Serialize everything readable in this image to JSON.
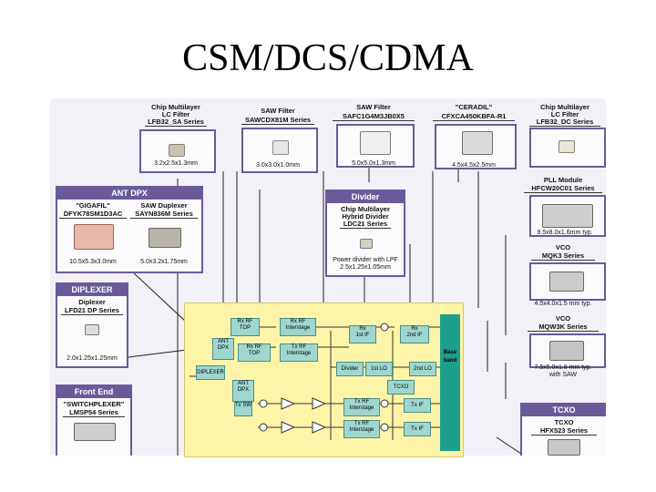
{
  "title": "CSM/DCS/CDMA",
  "top": {
    "chip_lc": {
      "l1": "Chip Multilayer",
      "l2": "LC Filter",
      "l3": "LFB32_SA Series",
      "dim": "3.2x2.5x1.3mm"
    },
    "saw": {
      "l1": "SAW Filter",
      "l2": "SAWCDX81M Series",
      "dim": "3.0x3.0x1.0mm"
    },
    "saw2": {
      "l1": "SAW Filter",
      "l2": "SAFC1G4M3JB0X5",
      "dim": "5.0x5.0x1.3mm"
    },
    "ceradil": {
      "l1": "\"CERADIL\"",
      "l2": "CFXCA450KBFA-R1",
      "dim": "4.5x4.5x2.5mm"
    },
    "chip_lc2": {
      "l1": "Chip Multilayer",
      "l2": "LC Filter",
      "l3": "LFB32_DC Series"
    }
  },
  "ant_dpx": {
    "header": "ANT DPX",
    "gigafil": "\"GIGAFIL\"",
    "gigafil_part": "DFYK78SM1D3AC",
    "saw_dup": "SAW Duplexer",
    "saw_dup_part": "SAYN836M Series",
    "dim1": "10.5x5.3x3.0mm",
    "dim2": "5.0x3.2x1.75mm"
  },
  "divider": {
    "header": "Divider",
    "l1": "Chip Multilayer",
    "l2": "Hybrid Divider",
    "l3": "LDC21 Series",
    "note1": "Power divider with LPF",
    "note2": "2.5x1.25x1.05mm"
  },
  "right": {
    "pll_title": "PLL Module",
    "pll_part": "HFCW20C01 Series",
    "pll_dim": "9.5x8.0x1.6mm typ.",
    "vco_title": "VCO",
    "vco_part": "MQK3 Series",
    "vco_dim": "4.5x4.0x1.5 mm typ.",
    "vco2_title": "VCO",
    "vco2_part": "MQW3K Series",
    "vco2_dim1": "7.5x5.0x1.8 mm typ.",
    "vco2_dim2": "with SAW",
    "tcxo_header": "TCXO",
    "tcxo_title": "TCXO",
    "tcxo_part": "HFX523 Series"
  },
  "diplexer": {
    "header": "DIPLEXER",
    "l1": "Diplexer",
    "l2": "LFD21  DP Series",
    "dim": "2.0x1.25x1.25mm"
  },
  "front_end": {
    "header": "Front End",
    "l1": "\"SWITCHPLEXER\"",
    "l2": "LMSP54  Series"
  },
  "block": {
    "rx_rf_top": "Rx RF\nTOP",
    "rx_rf_interstage": "Rx RF\nInterstage",
    "ant_dpx": "ANT\nDPX",
    "rx_rf_top2": "Rx RF\nTOP",
    "tx_rf_interstage": "Tx RF\nInterstage",
    "rx_1st_if": "Rx\n1st IF",
    "rx_2nd_if": "Rx\n2nd IF",
    "baseband": "Base\nband",
    "diplexer": "DIPLEXER",
    "divider": "Divider",
    "first_lo": "1st LO",
    "second_lo": "2nd LO",
    "tcxo": "TCXO",
    "ant_dpx2": "ANT\nDPX",
    "sw": "Tx SW",
    "tx_rf_interstage2": "Tx RF\nInterstage",
    "tx_if": "Tx IF",
    "tx_rf_interstage3": "Tx RF\nInterstage",
    "tx_if2": "Tx IF"
  },
  "colors": {
    "accent": "#6a5a9a",
    "yellow": "#fdf4a8",
    "teal": "#9fd6cf",
    "green": "#1e9e8c"
  }
}
